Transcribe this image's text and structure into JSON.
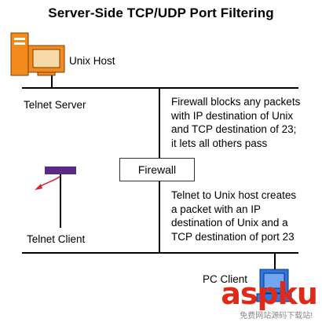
{
  "diagram": {
    "title": "Server-Side TCP/UDP Port Filtering",
    "unix_host_label": "Unix Host",
    "telnet_server_label": "Telnet Server",
    "firewall_label": "Firewall",
    "telnet_client_label": "Telnet Client",
    "pc_client_label": "PC Client",
    "note_top": "Firewall blocks any packets\nwith IP destination of Unix\nand TCP destination of 23;\nit lets all others pass",
    "note_bottom": "Telnet to Unix host creates\na packet with an IP\ndestination of Unix and a\nTCP destination of port 23"
  },
  "watermark": {
    "text": "aspku",
    "sub": "免费网站源码下载站!",
    "color": "#e02a18"
  },
  "colors": {
    "host_orange": "#f28a1e",
    "host_screen": "#f8d9a8",
    "client_purple": "#5a2a86",
    "pc_blue": "#2b76e0",
    "arrow_red": "#d8252b"
  }
}
